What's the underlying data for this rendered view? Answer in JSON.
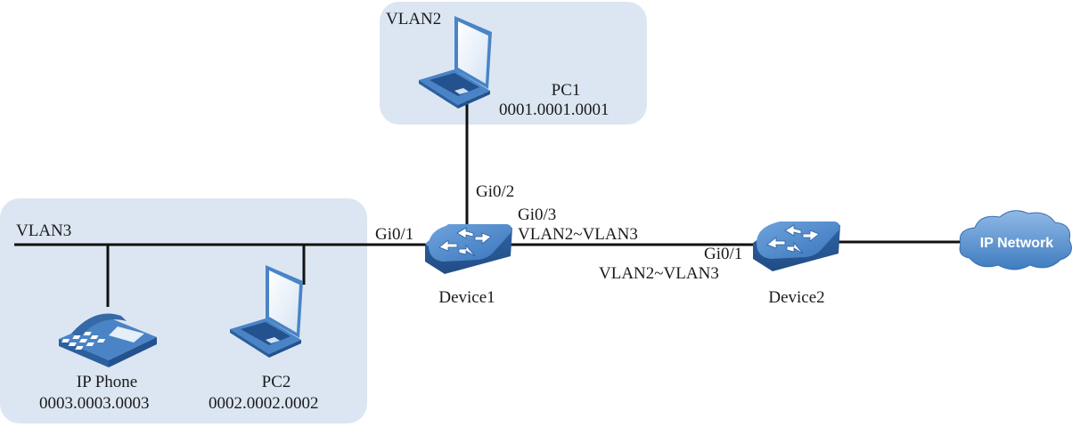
{
  "zones": {
    "vlan2": {
      "label": "VLAN2"
    },
    "vlan3": {
      "label": "VLAN3"
    }
  },
  "nodes": {
    "pc1": {
      "name": "PC1",
      "mac": "0001.0001.0001"
    },
    "pc2": {
      "name": "PC2",
      "mac": "0002.0002.0002"
    },
    "ip_phone": {
      "name": "IP Phone",
      "mac": "0003.0003.0003"
    },
    "device1": {
      "name": "Device1"
    },
    "device2": {
      "name": "Device2"
    },
    "cloud": {
      "name": "IP Network"
    }
  },
  "ports": {
    "d1_gi01": "Gi0/1",
    "d1_gi02": "Gi0/2",
    "d1_gi03": "Gi0/3",
    "d1_gi03_vlan": "VLAN2~VLAN3",
    "d2_gi01": "Gi0/1",
    "d2_gi01_vlan": "VLAN2~VLAN3"
  },
  "colors": {
    "zone_fill": "#dce6f2",
    "device_blue": "#3f7cc0",
    "link": "#111111"
  }
}
